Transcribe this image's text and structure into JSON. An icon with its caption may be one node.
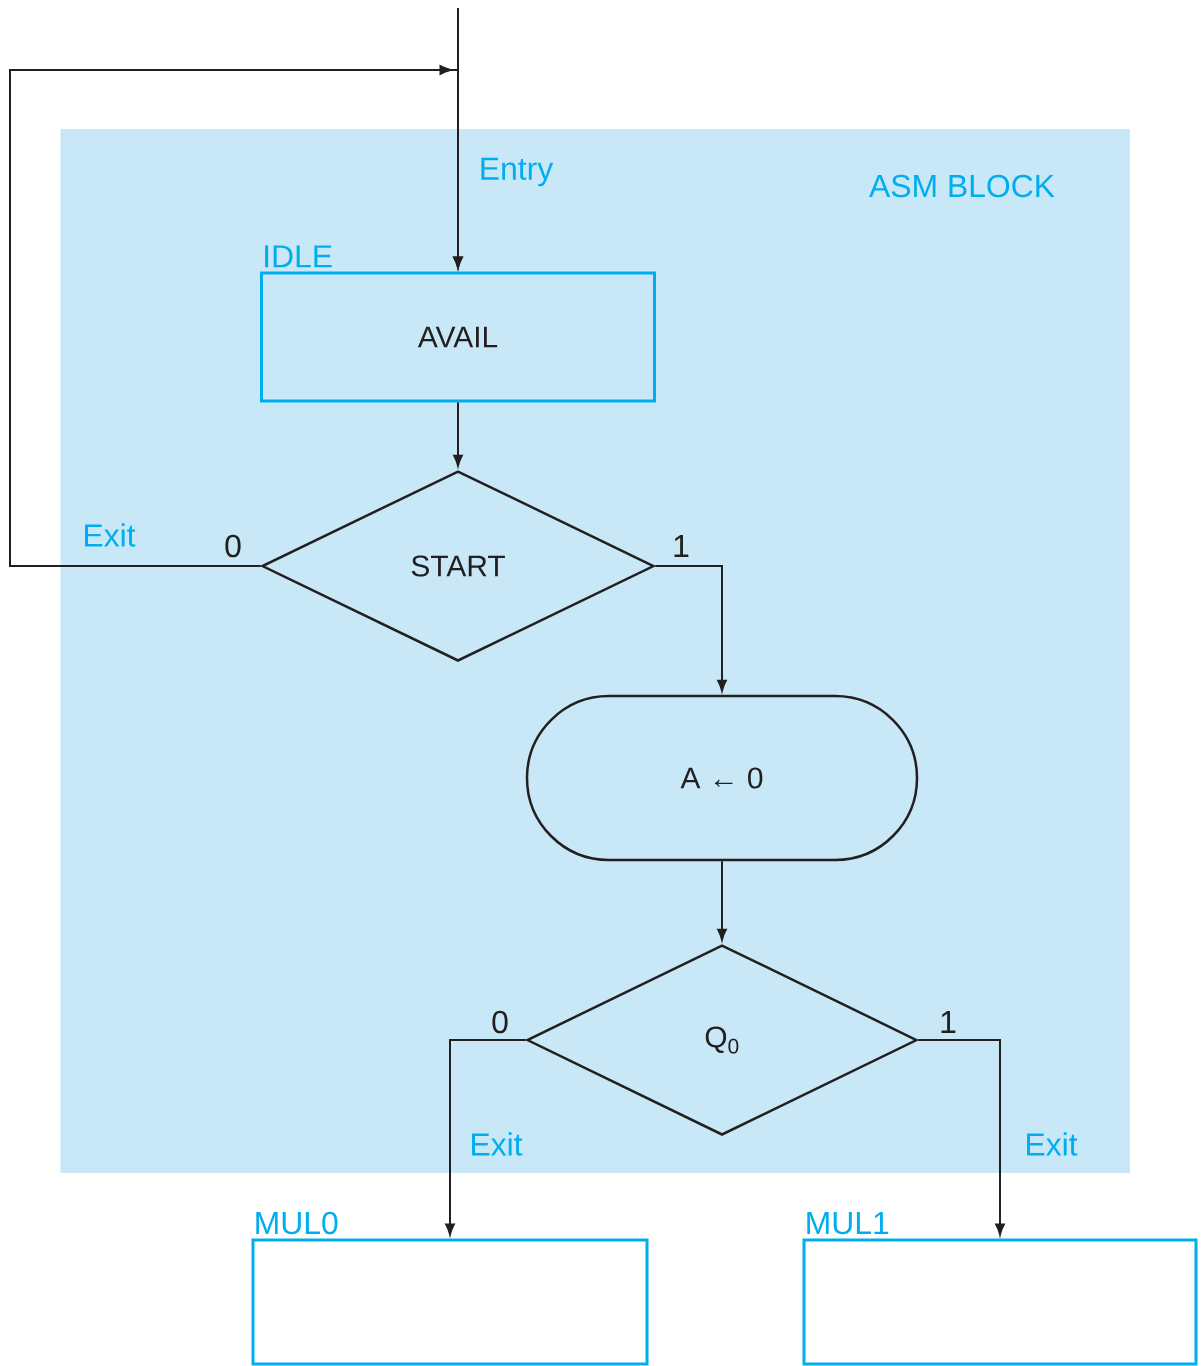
{
  "diagram": {
    "nodes": [
      {
        "text": [
          "ASM BLOCK"
        ]
      },
      {
        "text": [
          "IDLE",
          "AVAIL"
        ],
        "in": 0
      },
      {
        "text": [
          "START"
        ],
        "in": 0
      },
      {
        "text": [
          "A ← 0"
        ],
        "in": 0
      },
      {
        "text": [
          "Q$_{0}$"
        ],
        "in": 0
      },
      {
        "text": [
          "MUL0"
        ]
      },
      {
        "text": [
          "MUL1"
        ]
      }
    ],
    "edges": [
      {
        "from": null,
        "to": 1,
        "arrow": "to",
        "label": "Entry"
      },
      {
        "from": 1,
        "to": 2,
        "arrow": "to"
      },
      {
        "from": 2,
        "to": 1,
        "arrow": "to",
        "label": "0"
      },
      {
        "from": 2,
        "to": 3,
        "arrow": "to",
        "label": "1"
      },
      {
        "from": 3,
        "to": 4,
        "arrow": "to"
      },
      {
        "from": 4,
        "to": 5,
        "arrow": "to",
        "label": "0"
      },
      {
        "from": 4,
        "to": 6,
        "arrow": "to",
        "label": "1"
      }
    ],
    "labels": [
      "Exit",
      "Exit",
      "Exit"
    ]
  }
}
